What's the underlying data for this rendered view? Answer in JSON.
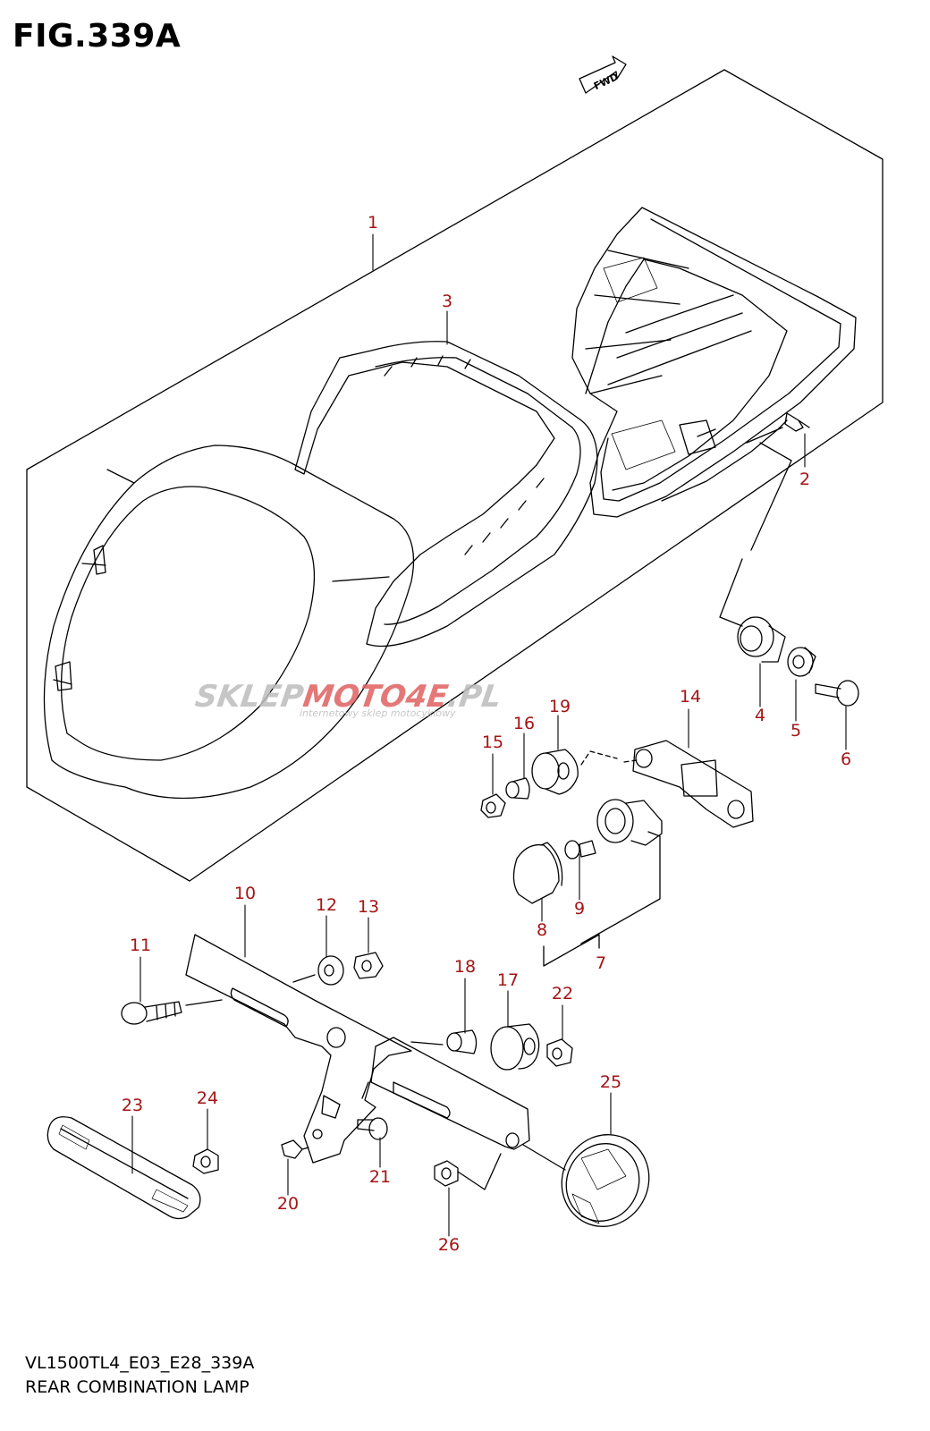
{
  "figure": {
    "title": "FIG.339A",
    "model_code": "VL1500TL4_E03_E28_339A",
    "assembly_name": "REAR COMBINATION LAMP"
  },
  "direction_tag": "FWD",
  "watermark": {
    "brand_left": "SKLEP",
    "brand_mid": "MOTO",
    "brand_num": "4E",
    "brand_right": ".PL",
    "tagline": "internetowy sklep motocyklowy"
  },
  "callouts": [
    "1",
    "2",
    "3",
    "4",
    "5",
    "6",
    "7",
    "8",
    "9",
    "10",
    "11",
    "12",
    "13",
    "14",
    "15",
    "16",
    "17",
    "18",
    "19",
    "20",
    "21",
    "22",
    "23",
    "24",
    "25",
    "26"
  ],
  "colors": {
    "line": "#000000",
    "callout_text": "#a31515",
    "watermark_gray": "#bdbdbd",
    "watermark_red": "#e06060"
  }
}
